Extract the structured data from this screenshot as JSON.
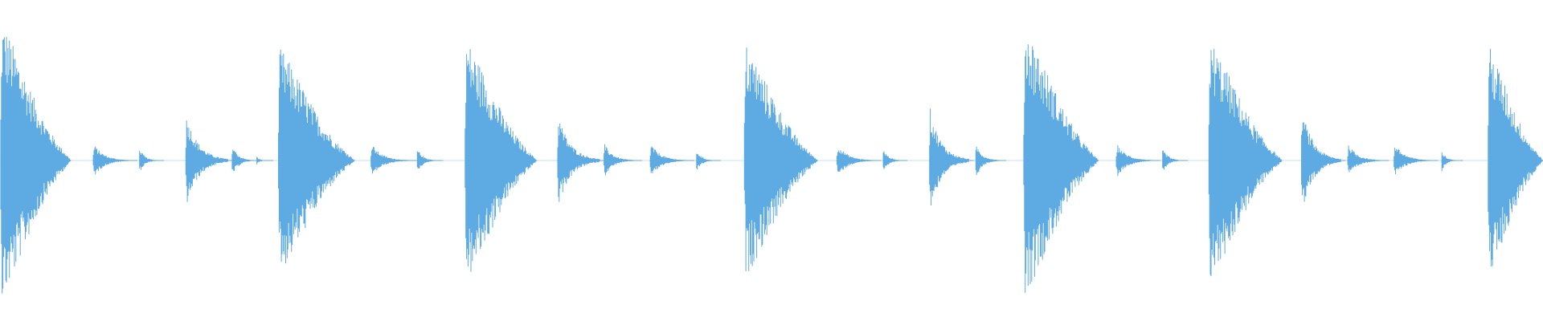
{
  "waveform": {
    "color": "#5eaae2",
    "background": "#ffffff",
    "duration_units": 100,
    "amplitude_range": [
      -1,
      1
    ],
    "hits": [
      {
        "t": 0.0,
        "amp": 0.9,
        "len": 4.6,
        "kind": "kick"
      },
      {
        "t": 6.0,
        "amp": 0.12,
        "len": 2.6,
        "kind": "tick"
      },
      {
        "t": 9.0,
        "amp": 0.09,
        "len": 1.3,
        "kind": "tick"
      },
      {
        "t": 12.0,
        "amp": 0.32,
        "len": 2.8,
        "kind": "snare"
      },
      {
        "t": 15.0,
        "amp": 0.12,
        "len": 1.5,
        "kind": "tick"
      },
      {
        "t": 16.6,
        "amp": 0.03,
        "len": 0.8,
        "kind": "tick"
      },
      {
        "t": 18.0,
        "amp": 0.73,
        "len": 5.0,
        "kind": "kick"
      },
      {
        "t": 24.0,
        "amp": 0.12,
        "len": 2.7,
        "kind": "tick"
      },
      {
        "t": 27.0,
        "amp": 0.09,
        "len": 1.4,
        "kind": "tick"
      },
      {
        "t": 30.1,
        "amp": 0.78,
        "len": 4.7,
        "kind": "kick"
      },
      {
        "t": 36.1,
        "amp": 0.32,
        "len": 2.8,
        "kind": "snare"
      },
      {
        "t": 39.1,
        "amp": 0.12,
        "len": 2.2,
        "kind": "tick"
      },
      {
        "t": 42.1,
        "amp": 0.12,
        "len": 2.6,
        "kind": "tick"
      },
      {
        "t": 45.1,
        "amp": 0.08,
        "len": 1.3,
        "kind": "tick"
      },
      {
        "t": 48.2,
        "amp": 0.75,
        "len": 4.8,
        "kind": "kick"
      },
      {
        "t": 54.2,
        "amp": 0.12,
        "len": 2.6,
        "kind": "tick"
      },
      {
        "t": 57.2,
        "amp": 0.09,
        "len": 1.3,
        "kind": "tick"
      },
      {
        "t": 60.2,
        "amp": 0.36,
        "len": 2.6,
        "kind": "snare"
      },
      {
        "t": 63.2,
        "amp": 0.12,
        "len": 1.7,
        "kind": "tick"
      },
      {
        "t": 66.3,
        "amp": 0.87,
        "len": 4.9,
        "kind": "kick"
      },
      {
        "t": 72.3,
        "amp": 0.12,
        "len": 2.6,
        "kind": "tick"
      },
      {
        "t": 75.3,
        "amp": 0.09,
        "len": 1.4,
        "kind": "tick"
      },
      {
        "t": 78.3,
        "amp": 0.78,
        "len": 4.8,
        "kind": "kick"
      },
      {
        "t": 84.3,
        "amp": 0.36,
        "len": 2.6,
        "kind": "snare"
      },
      {
        "t": 87.3,
        "amp": 0.12,
        "len": 2.4,
        "kind": "tick"
      },
      {
        "t": 90.3,
        "amp": 0.12,
        "len": 2.6,
        "kind": "tick"
      },
      {
        "t": 93.4,
        "amp": 0.08,
        "len": 1.1,
        "kind": "tick"
      },
      {
        "t": 96.4,
        "amp": 0.74,
        "len": 4.0,
        "kind": "kick"
      }
    ]
  }
}
